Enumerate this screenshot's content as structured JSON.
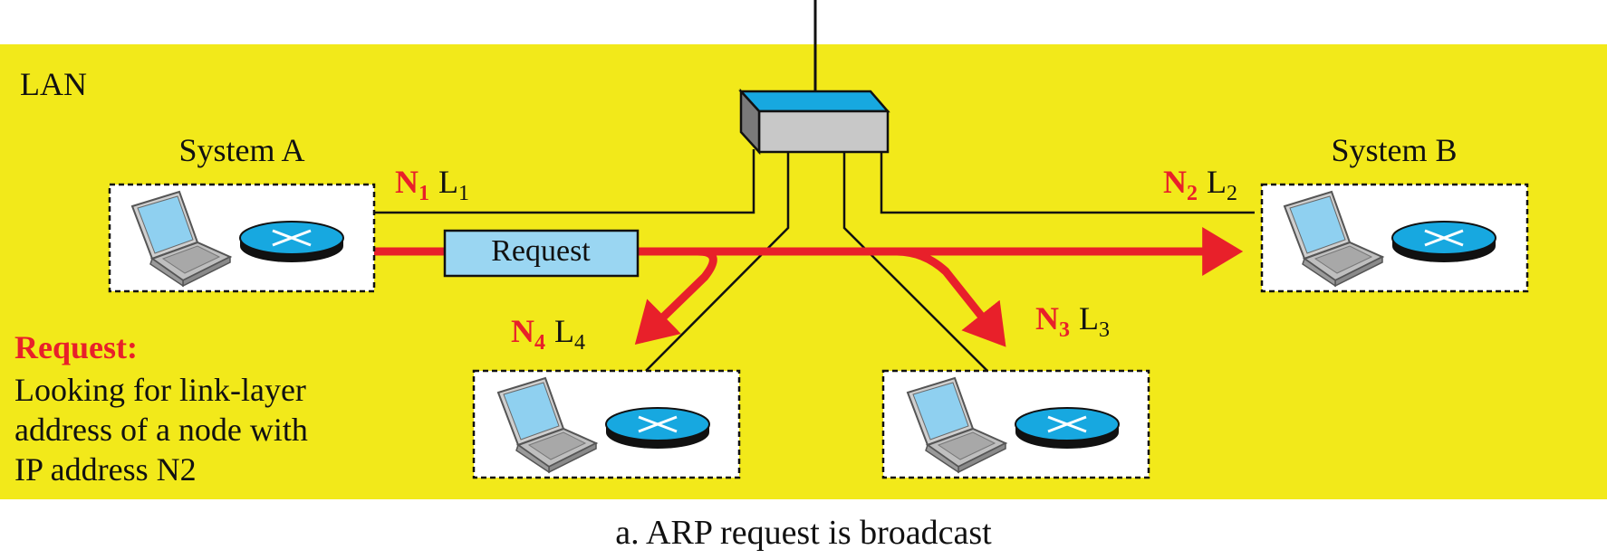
{
  "lan_label": "LAN",
  "system_a": {
    "title": "System A"
  },
  "system_b": {
    "title": "System B"
  },
  "node_labels": {
    "n1": {
      "n": "N",
      "n_sub": "1",
      "l": "L",
      "l_sub": "1"
    },
    "n2": {
      "n": "N",
      "n_sub": "2",
      "l": "L",
      "l_sub": "2"
    },
    "n3": {
      "n": "N",
      "n_sub": "3",
      "l": "L",
      "l_sub": "3"
    },
    "n4": {
      "n": "N",
      "n_sub": "4",
      "l": "L",
      "l_sub": "4"
    }
  },
  "request_box": {
    "label": "Request"
  },
  "note": {
    "heading": "Request:",
    "lines": [
      "Looking for link-layer",
      "address of a node with",
      "IP address N2"
    ]
  },
  "caption": "a. ARP request is broadcast",
  "colors": {
    "lan_background": "#f2e91a",
    "arrow": "#e8202a",
    "request_box_fill": "#9ad6f2",
    "switch_top": "#17a8e0",
    "switch_front": "#c8c8c8",
    "node_label_red": "#e8202a"
  }
}
